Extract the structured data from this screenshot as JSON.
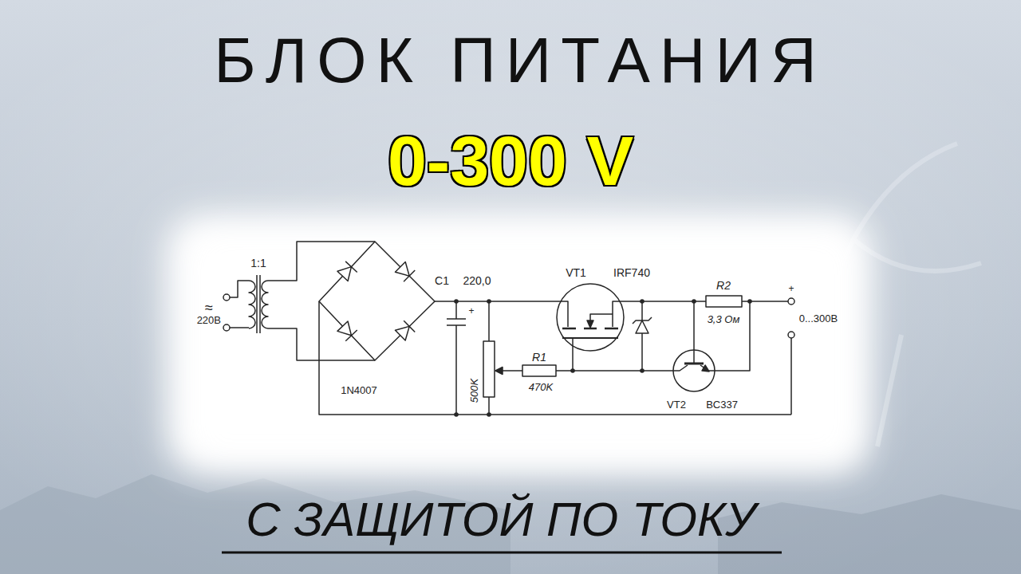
{
  "diagram": {
    "title": "БЛОК ПИТАНИЯ",
    "caption": "С ЗАЩИТОЙ ПО ТОКУ",
    "labels": [
      "0-300 V",
      "1:1",
      "≈",
      "220В",
      "1N4007",
      "C1",
      "220,0",
      "+",
      "500K",
      "R1",
      "470K",
      "VT1",
      "IRF740",
      "R2",
      "3,3 Ом",
      "VT2",
      "BC337",
      "+",
      "0...300В"
    ]
  }
}
